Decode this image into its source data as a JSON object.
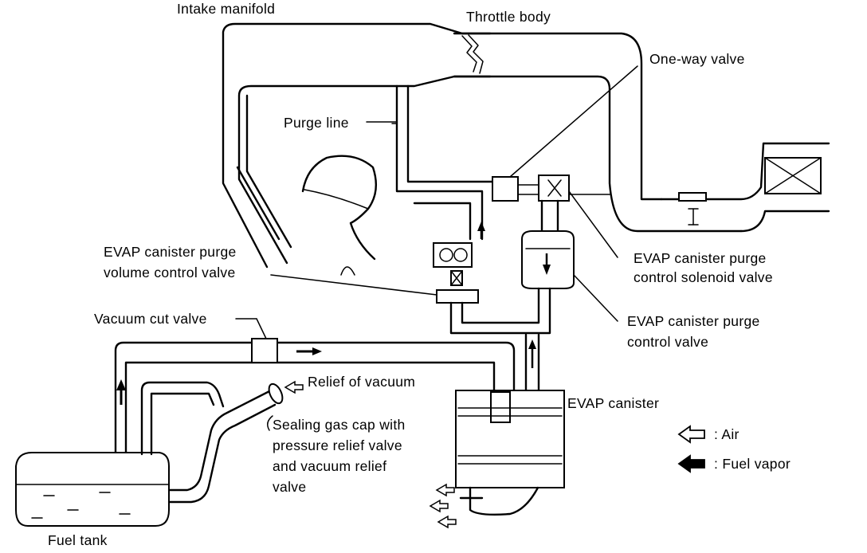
{
  "labels": {
    "intake_manifold": "Intake manifold",
    "throttle_body": "Throttle body",
    "one_way_valve": "One-way valve",
    "purge_line": "Purge line",
    "evap_purge_volume_valve_1": "EVAP canister purge",
    "evap_purge_volume_valve_2": "volume control valve",
    "evap_purge_solenoid_1": "EVAP canister purge",
    "evap_purge_solenoid_2": "control solenoid valve",
    "evap_purge_control_1": "EVAP canister purge",
    "evap_purge_control_2": "control valve",
    "vacuum_cut_valve": "Vacuum cut valve",
    "relief_of_vacuum": "Relief of vacuum",
    "evap_canister": "EVAP canister",
    "gas_cap_1": "Sealing gas cap with",
    "gas_cap_2": "pressure relief valve",
    "gas_cap_3": "and vacuum relief",
    "gas_cap_4": "valve",
    "fuel_tank": "Fuel tank"
  },
  "legend": {
    "air_label": ": Air",
    "fuel_vapor_label": ": Fuel vapor"
  }
}
